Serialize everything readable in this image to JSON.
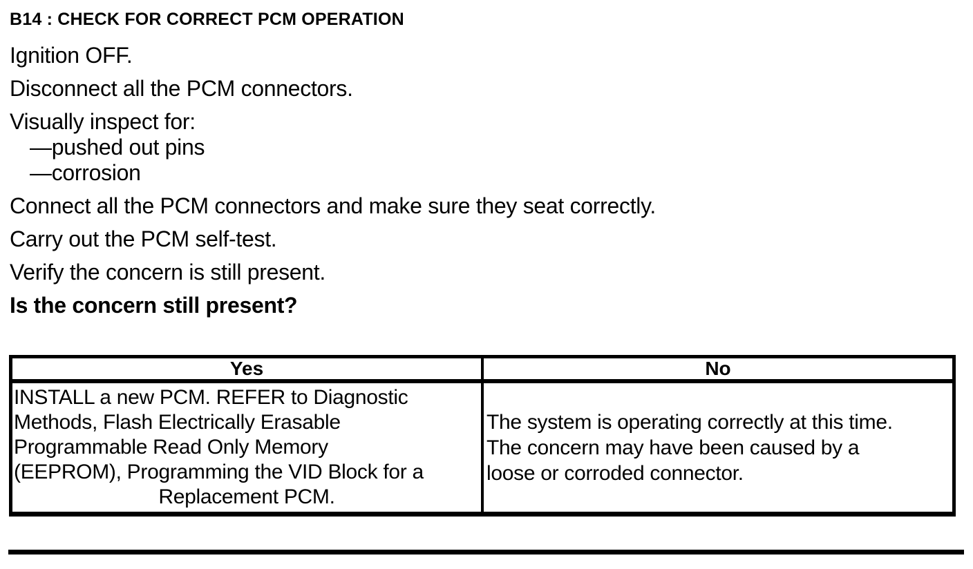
{
  "page": {
    "title": "B14 : CHECK FOR CORRECT PCM OPERATION",
    "steps_before": [
      "Ignition OFF.",
      "Disconnect all the PCM connectors.",
      "Visually inspect for:"
    ],
    "inspect_items": [
      "—pushed out pins",
      "—corrosion"
    ],
    "steps_after": [
      "Connect all the PCM connectors and make sure they seat correctly.",
      "Carry out the PCM self-test.",
      "Verify the concern is still present."
    ],
    "question": "Is the concern still present?"
  },
  "decision_table": {
    "yes_header": "Yes",
    "no_header": "No",
    "yes_action_lines": [
      "INSTALL a new PCM. REFER to Diagnostic",
      "Methods, Flash Electrically Erasable",
      "Programmable Read Only Memory",
      "(EEPROM), Programming the VID Block for a",
      "Replacement PCM."
    ],
    "no_action_lines": [
      "The system is operating correctly at this time.",
      "The concern may have been caused by a",
      "loose or corroded connector."
    ]
  },
  "colors": {
    "text": "#000000",
    "background": "#ffffff"
  }
}
